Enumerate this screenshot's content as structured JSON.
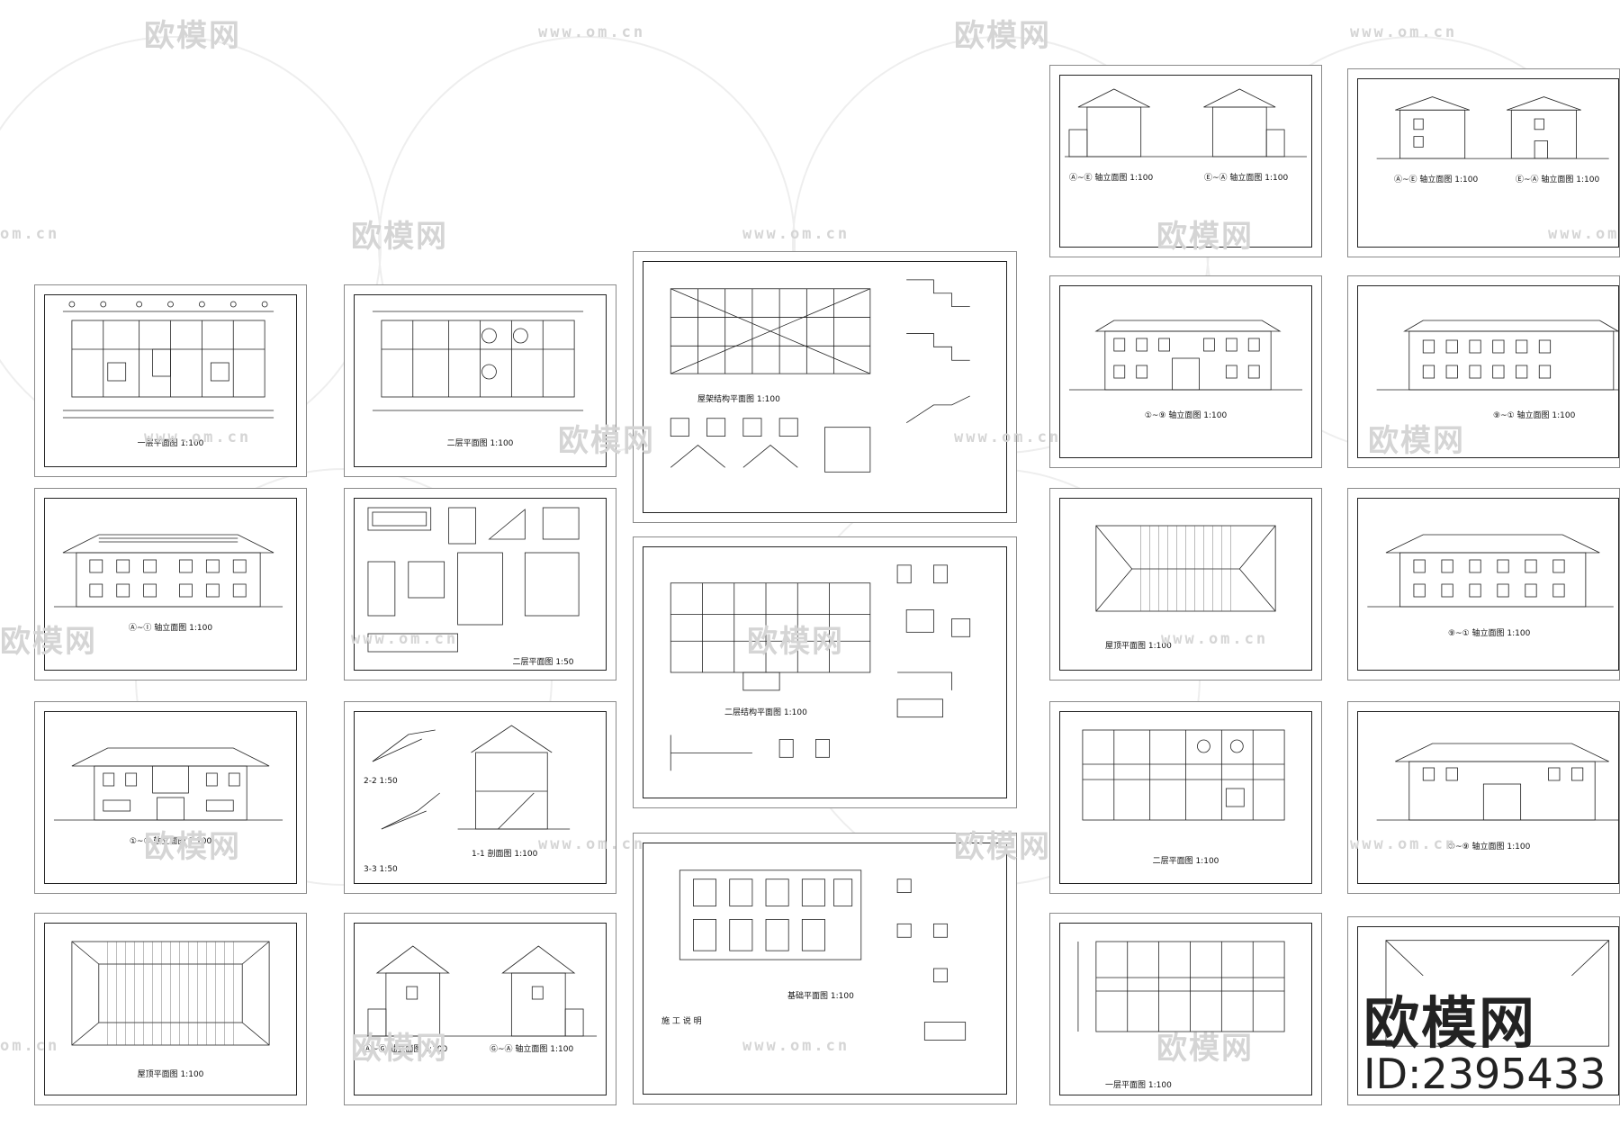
{
  "watermark": {
    "logo": "欧模网",
    "url": "www.om.cn",
    "url_partial": "om.cn",
    "logo_partial": "欧模网"
  },
  "brand": {
    "name": "欧模网",
    "id": "ID:2395433"
  },
  "sheets": {
    "a1": "一层平面图 1:100",
    "a2": "Ⓐ~Ⓘ 轴立面图 1:100",
    "a3": "①~⑨ 轴立面图 1:100",
    "a4": "屋顶平面图 1:100",
    "b1": "二层平面图 1:100",
    "b2": "二层平面图 1:50",
    "b3s": "2-2 1:50",
    "b3t": "3-3 1:50",
    "b3u": "1-1 剖面图 1:100",
    "b4l": "Ⓐ~Ⓖ 轴立面图 1:100",
    "b4r": "Ⓖ~Ⓐ 轴立面图 1:100",
    "c1": "屋架结构平面图 1:100",
    "c2": "二层结构平面图 1:100",
    "c3a": "基础平面图 1:100",
    "c3b": "施 工 说 明",
    "d1l": "Ⓐ~Ⓔ 轴立面图 1:100",
    "d1r": "Ⓔ~Ⓐ 轴立面图 1:100",
    "d2": "①~⑨ 轴立面图 1:100",
    "d3": "屋顶平面图 1:100",
    "d4": "二层平面图 1:100",
    "d5": "一层平面图 1:100",
    "e1l": "Ⓐ~Ⓔ 轴立面图 1:100",
    "e1r": "Ⓔ~Ⓐ 轴立面图 1:100",
    "e2": "⑨~① 轴立面图 1:100",
    "e3": "⑨~① 轴立面图 1:100",
    "e4": "①~⑨ 轴立面图 1:100"
  },
  "colors": {
    "line": "#222222",
    "frame": "#8a8a8a",
    "watermark": "#d5d5d5"
  }
}
